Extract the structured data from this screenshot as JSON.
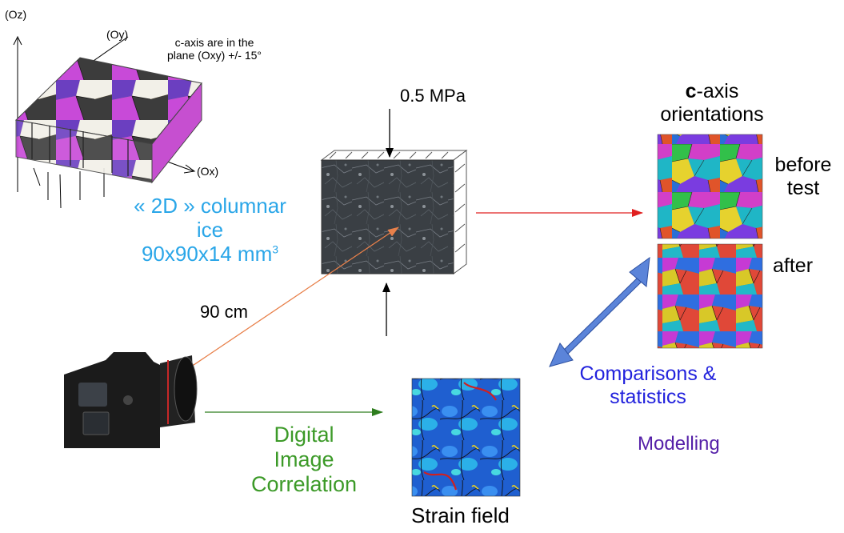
{
  "axes": {
    "oz": "(Oz)",
    "oy": "(Oy)",
    "ox": "(Ox)"
  },
  "caxis_note": {
    "line1": "c-axis are in the",
    "line2": "plane (Oxy) +/- 15°"
  },
  "ice_label": {
    "line1": "« 2D » columnar",
    "line2": "ice",
    "line3_prefix": "90x90x14 mm",
    "line3_sup": "3"
  },
  "stress_label": "0.5 MPa",
  "distance_label": "90 cm",
  "orientation_title": {
    "bold": "c",
    "rest": "-axis",
    "line2": "orientations"
  },
  "before_label": {
    "line1": "before",
    "line2": "test"
  },
  "after_label": "after",
  "dic_label": {
    "line1": "Digital",
    "line2": "Image",
    "line3": "Correlation"
  },
  "comparisons_label": {
    "line1": "Comparisons &",
    "line2": "statistics"
  },
  "modelling_label": "Modelling",
  "strain_label": "Strain field",
  "colors": {
    "ice_label": "#2aa6e8",
    "dic_label": "#3c9a28",
    "comparisons_label": "#2222dd",
    "modelling_label": "#5520a8",
    "red_arrow": "#e02020",
    "green_arrow": "#2e7d1e",
    "orange_arrow": "#e8804a",
    "blue_double_arrow": "#5b84d9"
  },
  "icons": {
    "camera": "camera-icon",
    "ice_block": "ice-specimen-image",
    "before_map": "orientation-map-before",
    "after_map": "orientation-map-after",
    "strain_map": "strain-field-map",
    "sample_3d": "3d-sample-block"
  }
}
